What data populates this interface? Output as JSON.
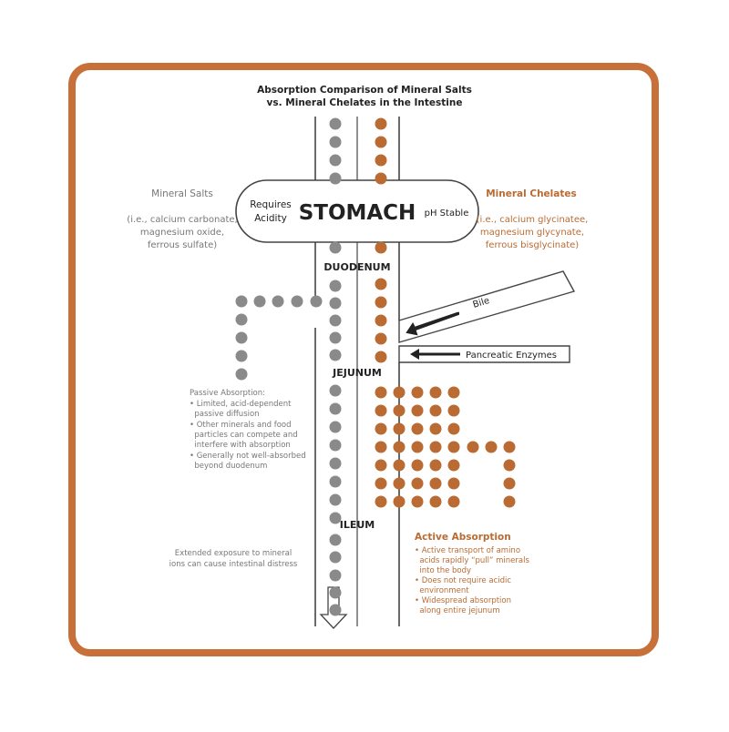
{
  "title": {
    "line1": "Absorption Comparison of Mineral Salts",
    "line2": "vs. Mineral Chelates in the Intestine"
  },
  "stomach": {
    "label": "STOMACH",
    "left_note_line1": "Requires",
    "left_note_line2": "Acidity",
    "right_note": "pH Stable"
  },
  "sections": {
    "duodenum": "DUODENUM",
    "jejunum": "JEJUNUM",
    "ileum": "ILEUM"
  },
  "mineral_salts": {
    "heading": "Mineral Salts",
    "examples": [
      "(i.e., calcium carbonate,",
      "magnesium oxide,",
      "ferrous sulfate)"
    ]
  },
  "mineral_chelates": {
    "heading": "Mineral Chelates",
    "examples": [
      "(i.e., calcium glycinatee,",
      "magnesium glycynate,",
      "ferrous bisglycinate)"
    ]
  },
  "inputs": {
    "bile": "Bile",
    "pancreatic": "Pancreatic Enzymes"
  },
  "passive": {
    "heading": "Passive Absorption:",
    "lines": [
      "• Limited, acid-dependent",
      "  passive diffusion",
      "• Other minerals and food",
      "  particles can compete and",
      "  interfere with absorption",
      "• Generally not well-absorbed",
      "  beyond duodenum"
    ]
  },
  "extended": {
    "lines": [
      "Extended exposure to mineral",
      "ions can cause intestinal distress"
    ]
  },
  "active": {
    "heading": "Active Absorption",
    "lines": [
      "• Active transport of amino",
      "  acids rapidly “pull” minerals",
      "  into the body",
      "• Does not require acidic",
      "  environment",
      "• Widespread absorption",
      "  along entire jejunum"
    ]
  },
  "colors": {
    "frame": "#c8703a",
    "gray_dot": "#8a8a8a",
    "brown_dot": "#b96b33",
    "line": "#444444"
  }
}
